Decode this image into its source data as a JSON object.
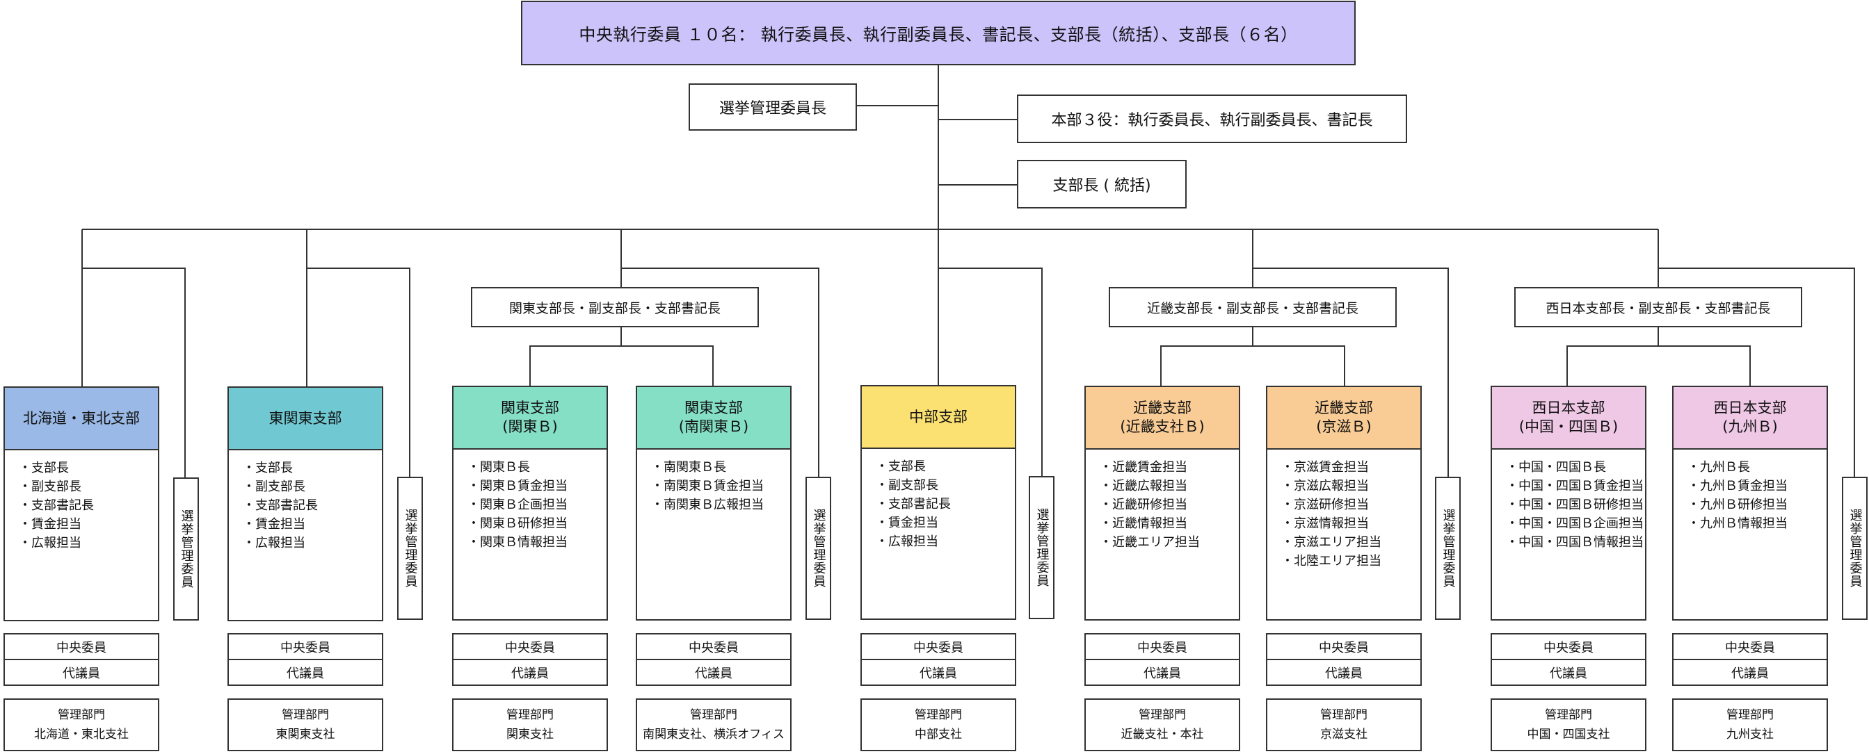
{
  "top": "中央執行委員 １０名： 執行委員長、執行副委員長、書記長、支部長（統括）、支部長（６名）",
  "election_chair": "選挙管理委員長",
  "hq_three": "本部３役：執行委員長、執行副委員長、書記長",
  "branch_chief": "支部長 ( 統括)",
  "regional_heads": {
    "kanto": "関東支部長・副支部長・支部書記長",
    "kinki": "近畿支部長・副支部長・支部書記長",
    "nishinihon": "西日本支部長・副支部長・支部書記長"
  },
  "election_committee": "選挙管理委員",
  "central_committee": "中央委員",
  "delegate": "代議員",
  "mgmt_label": "管理部門",
  "colors": {
    "top": "#cdc3fb",
    "hokkaido": "#9ab9e6",
    "higashikanto": "#6fc8d2",
    "kanto": "#85dfc4",
    "chubu": "#fbe072",
    "kinki": "#f9cc96",
    "nishinihon": "#efc8e6"
  },
  "branches": [
    {
      "title": "北海道・東北支部",
      "subtitle": "",
      "items": [
        "・支部長",
        "・副支部長",
        "・支部書記長",
        "・賃金担当",
        "・広報担当"
      ],
      "mgmt": "北海道・東北支社"
    },
    {
      "title": "東関東支部",
      "subtitle": "",
      "items": [
        "・支部長",
        "・副支部長",
        "・支部書記長",
        "・賃金担当",
        "・広報担当"
      ],
      "mgmt": "東関東支社"
    },
    {
      "title": "関東支部",
      "subtitle": "(関東Ｂ)",
      "items": [
        "・関東Ｂ長",
        "・関東Ｂ賃金担当",
        "・関東Ｂ企画担当",
        "・関東Ｂ研修担当",
        "・関東Ｂ情報担当"
      ],
      "mgmt": "関東支社"
    },
    {
      "title": "関東支部",
      "subtitle": "(南関東Ｂ)",
      "items": [
        "・南関東Ｂ長",
        "・南関東Ｂ賃金担当",
        "・南関東Ｂ広報担当"
      ],
      "mgmt": "南関東支社、横浜オフィス"
    },
    {
      "title": "中部支部",
      "subtitle": "",
      "items": [
        "・支部長",
        "・副支部長",
        "・支部書記長",
        "・賃金担当",
        "・広報担当"
      ],
      "mgmt": "中部支社"
    },
    {
      "title": "近畿支部",
      "subtitle": "(近畿支社Ｂ)",
      "items": [
        "・近畿賃金担当",
        "・近畿広報担当",
        "・近畿研修担当",
        "・近畿情報担当",
        "・近畿エリア担当"
      ],
      "mgmt": "近畿支社・本社"
    },
    {
      "title": "近畿支部",
      "subtitle": "(京滋Ｂ)",
      "items": [
        "・京滋賃金担当",
        "・京滋広報担当",
        "・京滋研修担当",
        "・京滋情報担当",
        "・京滋エリア担当",
        "・北陸エリア担当"
      ],
      "mgmt": "京滋支社"
    },
    {
      "title": "西日本支部",
      "subtitle": "(中国・四国Ｂ)",
      "items": [
        "・中国・四国Ｂ長",
        "・中国・四国Ｂ賃金担当",
        "・中国・四国Ｂ研修担当",
        "・中国・四国Ｂ企画担当",
        "・中国・四国Ｂ情報担当"
      ],
      "mgmt": "中国・四国支社"
    },
    {
      "title": "西日本支部",
      "subtitle": "(九州Ｂ)",
      "items": [
        "・九州Ｂ長",
        "・九州Ｂ賃金担当",
        "・九州Ｂ研修担当",
        "・九州Ｂ情報担当"
      ],
      "mgmt": "九州支社"
    }
  ]
}
